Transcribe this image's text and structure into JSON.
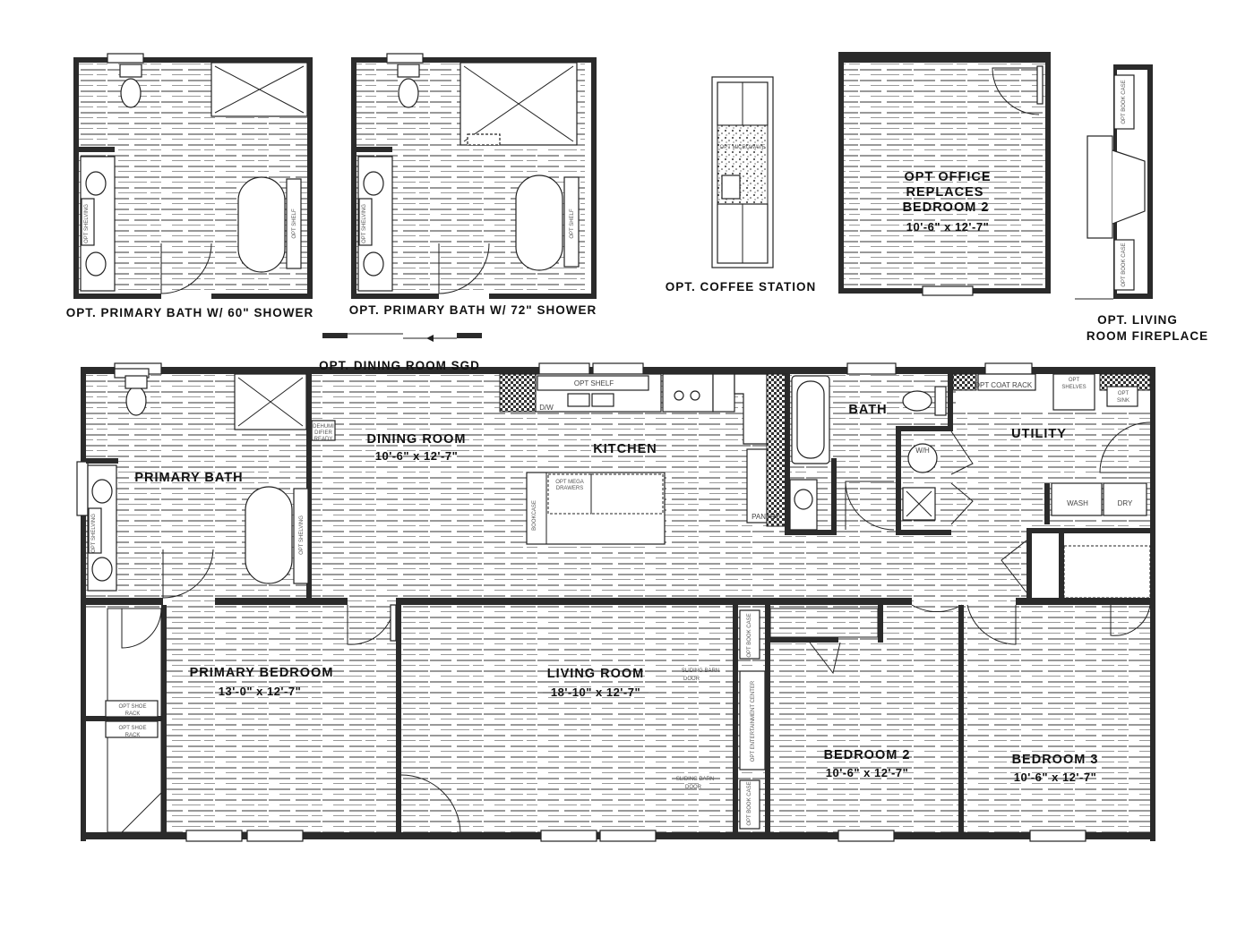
{
  "titles": {
    "bath60": "OPT. PRIMARY BATH W/ 60\" SHOWER",
    "bath72": "OPT. PRIMARY BATH W/ 72\" SHOWER",
    "coffee": "OPT. COFFEE STATION",
    "fireplace_1": "OPT. LIVING",
    "fireplace_2": "ROOM FIREPLACE",
    "sgd": "OPT. DINING ROOM SGD"
  },
  "office": {
    "line1": "OPT OFFICE",
    "line2": "REPLACES",
    "line3": "BEDROOM 2",
    "dims": "10'-6\" x  12'-7\""
  },
  "rooms": {
    "primary_bath": "PRIMARY BATH",
    "dining": "DINING ROOM",
    "dining_dims": "10'-6\" x  12'-7\"",
    "kitchen": "KITCHEN",
    "bath": "BATH",
    "utility": "UTILITY",
    "primary_bedroom": "PRIMARY BEDROOM",
    "primary_bedroom_dims": "13'-0\" x  12'-7\"",
    "living": "LIVING ROOM",
    "living_dims": "18'-10\" x  12'-7\"",
    "bedroom2": "BEDROOM 2",
    "bedroom2_dims": "10'-6\" x  12'-7\"",
    "bedroom3": "BEDROOM 3",
    "bedroom3_dims": "10'-6\" x  12'-7\""
  },
  "labels": {
    "opt_shelving": "OPT SHELVING",
    "opt_shelf": "OPT SHELF",
    "opt_shelf_main": "OPT SHELF",
    "dw": "D/W",
    "dehumidifier_1": "DEHUMI",
    "dehumidifier_2": "DIFIER",
    "dehumidifier_3": "READY",
    "opt_mega_1": "OPT MEGA",
    "opt_mega_2": "DRAWERS",
    "bookcase": "BOOKCASE",
    "pantry": "PANTRY",
    "wh": "W/H",
    "opt_coat_rack": "OPT COAT RACK",
    "opt_shelves_1": "OPT",
    "opt_shelves_2": "SHELVES",
    "opt_sink_1": "OPT",
    "opt_sink_2": "SINK",
    "wash": "WASH",
    "dry": "DRY",
    "opt_shoe_rack_1": "OPT SHOE",
    "opt_shoe_rack_2": "RACK",
    "sliding_barn_1": "SLIDING BARN",
    "sliding_barn_2": "DOOR",
    "opt_book_case": "OPT BOOK CASE",
    "opt_entertainment": "OPT ENTERTAINMENT CENTER",
    "opt_microwave": "OPT MICROWAVE"
  }
}
